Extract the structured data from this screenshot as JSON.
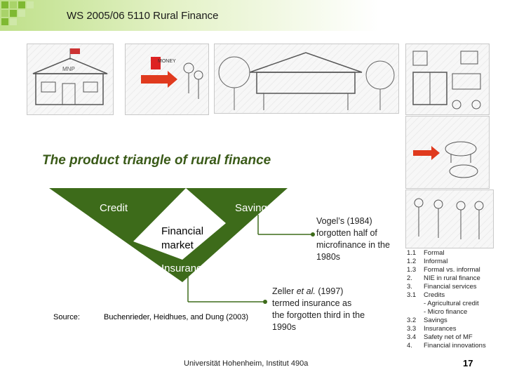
{
  "header": {
    "title": "WS 2005/06 5110 Rural Finance"
  },
  "sketches": {
    "bank_sign": "MNP",
    "arrow_label": "MONEY"
  },
  "slide": {
    "title": "The product triangle of rural finance",
    "triangle": {
      "credit": "Credit",
      "savings": "Savings",
      "insurance": "Insurance",
      "center": "Financial\nmarket"
    },
    "notes": {
      "vogel": "Vogel’s (1984) forgotten half of microfinance in the 1980s",
      "zeller_prefix": "Zeller ",
      "zeller_etal": "et al.",
      "zeller_rest": " (1997) termed insurance as the forgotten third in the 1990s"
    },
    "source_label": "Source:",
    "source_text": "Buchenrieder, Heidhues, and Dung (2003)"
  },
  "topics": [
    {
      "num": "1.1",
      "label": "Formal"
    },
    {
      "num": "1.2",
      "label": "Informal"
    },
    {
      "num": "1.3",
      "label": "Formal vs. informal"
    },
    {
      "num": "2.",
      "label": "NIE in rural finance"
    },
    {
      "num": "3.",
      "label": "Financial services"
    },
    {
      "num": "3.1",
      "label": "Credits"
    },
    {
      "num": "",
      "label": "- Agricultural credit"
    },
    {
      "num": "",
      "label": "- Micro finance"
    },
    {
      "num": "3.2",
      "label": "Savings"
    },
    {
      "num": "3.3",
      "label": "Insurances"
    },
    {
      "num": "3.4",
      "label": "Safety net of MF"
    },
    {
      "num": "4.",
      "label": "Financial innovations"
    }
  ],
  "footer": {
    "institution": "Universität Hohenheim, Institut 490a",
    "page": "17"
  },
  "colors": {
    "triangle": "#3d6b1a",
    "accent_green": "#7fb932",
    "title_green": "#3a5a18"
  }
}
